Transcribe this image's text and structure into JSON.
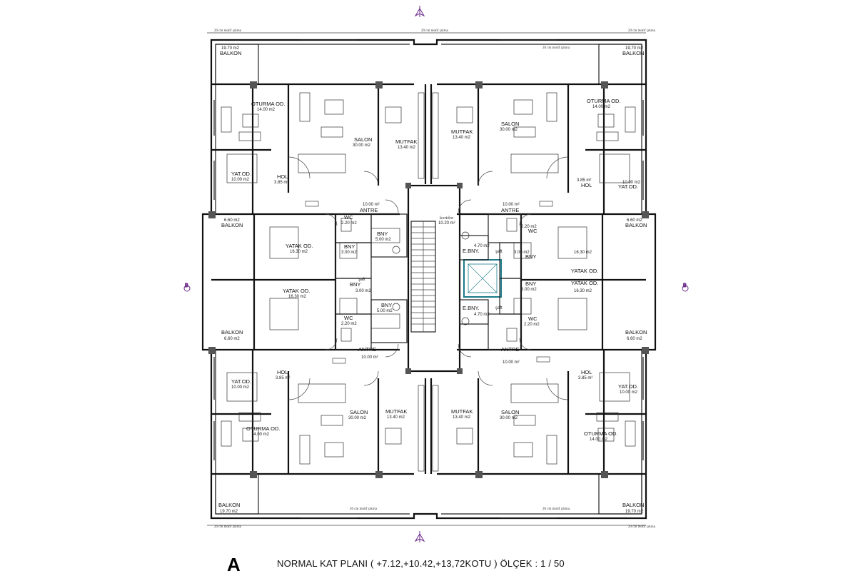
{
  "title": {
    "letter": "A",
    "text": "NORMAL KAT  PLANI ( +7.12,+10.42,+13,72KOTU )  ÖLÇEK : 1 / 50"
  },
  "notes": {
    "cantilever": "20 cm motif çıkma",
    "corridor": "koridor",
    "shaft": "şaft",
    "axis_b": "B"
  },
  "rooms": {
    "balkon_tl": {
      "name": "BALKON",
      "area": "19.70 m2"
    },
    "balkon_tr": {
      "name": "BALKON",
      "area": "19.70 m2"
    },
    "balkon_bl": {
      "name": "BALKON",
      "area": "19.70 m2"
    },
    "balkon_br": {
      "name": "BALKON",
      "area": "19.70 m2"
    },
    "oturma_tl": {
      "name": "OTURMA  OD.",
      "area": "14.00 m2"
    },
    "oturma_tr": {
      "name": "OTURMA  OD.",
      "area": "14.00 m2"
    },
    "oturma_bl": {
      "name": "OTURMA  OD.",
      "area": "14.00 m2"
    },
    "oturma_br": {
      "name": "OTURMA  OD.",
      "area": "14.00 m2"
    },
    "salon_tl": {
      "name": "SALON",
      "area": "30.00 m2"
    },
    "salon_tr": {
      "name": "SALON",
      "area": "30.00 m2"
    },
    "salon_bl": {
      "name": "SALON",
      "area": "30.00 m2"
    },
    "salon_br": {
      "name": "SALON",
      "area": "30.00 m2"
    },
    "mutfak_tl": {
      "name": "MUTFAK",
      "area": "13.40 m2"
    },
    "mutfak_tr": {
      "name": "MUTFAK",
      "area": "13.40 m2"
    },
    "mutfak_bl": {
      "name": "MUTFAK",
      "area": "13.40 m2"
    },
    "mutfak_br": {
      "name": "MUTFAK",
      "area": "13.40 m2"
    },
    "yat_tl": {
      "name": "YAT.OD.",
      "area": "10.00 m2"
    },
    "yat_tr": {
      "name": "YAT.OD.",
      "area": "10.00 m2"
    },
    "yat_bl": {
      "name": "YAT.OD.",
      "area": "10.00 m2"
    },
    "yat_br": {
      "name": "YAT.OD.",
      "area": "10.00 m2"
    },
    "hol_tl": {
      "name": "HOL",
      "area": "3.85 m²"
    },
    "hol_tr": {
      "name": "HOL",
      "area": "3.85 m²"
    },
    "hol_bl": {
      "name": "HOL",
      "area": "3.85 m²"
    },
    "hol_br": {
      "name": "HOL",
      "area": "3.85 m²"
    },
    "antre_tl": {
      "name": "ANTRE",
      "area": "10.00 m²"
    },
    "antre_tr": {
      "name": "ANTRE",
      "area": "10.00 m²"
    },
    "antre_bl": {
      "name": "ANTRE",
      "area": "10.00 m²"
    },
    "antre_br": {
      "name": "ANTRE",
      "area": "10.00 m²"
    },
    "balkon_ml": {
      "name": "BALKON",
      "area": "6.60 m2"
    },
    "balkon_ml2": {
      "name": "BALKON",
      "area": "6.60 m2"
    },
    "balkon_mr": {
      "name": "BALKON",
      "area": "6.60 m2"
    },
    "balkon_mr2": {
      "name": "BALKON",
      "area": "6.60 m2"
    },
    "yatak_ml": {
      "name": "YATAK OD.",
      "area": "16.30 m2"
    },
    "yatak_ml2": {
      "name": "YATAK OD.",
      "area": "16.30 m2"
    },
    "yatak_mr": {
      "name": "YATAK OD.",
      "area": "16.30 m2"
    },
    "yatak_mr2": {
      "name": "YATAK OD.",
      "area": "16.30 m2"
    },
    "wc_tl": {
      "name": "WC",
      "area": "2.20 m2"
    },
    "wc_bl": {
      "name": "WC",
      "area": "2.20 m2"
    },
    "wc_tr": {
      "name": "WC",
      "area": "2.20 m2"
    },
    "wc_br": {
      "name": "WC",
      "area": "2.20 m2"
    },
    "bny1": {
      "name": "BNY",
      "area": "5.00 m2"
    },
    "bny2": {
      "name": "BNY",
      "area": "3.00 m2"
    },
    "bny3": {
      "name": "BNY",
      "area": "3.00 m2"
    },
    "bny4": {
      "name": "BNY",
      "area": "5.00 m2"
    },
    "bny_r1": {
      "name": "BNY",
      "area": "3.00 m2"
    },
    "bny_r2": {
      "name": "BNY",
      "area": "3.00 m2"
    },
    "ebny_r1": {
      "name": "E.BNY.",
      "area": "4.70 m2"
    },
    "ebny_r2": {
      "name": "E.BNY.",
      "area": "4.70 m2"
    },
    "koridor": {
      "name": "koridor",
      "area": "10.20 m²"
    }
  }
}
